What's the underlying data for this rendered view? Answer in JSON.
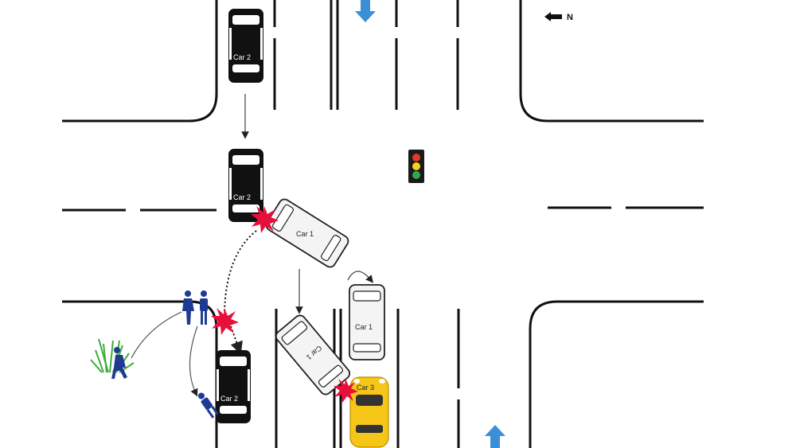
{
  "compass": {
    "arrow_icon": "arrow-left-icon",
    "label": "N"
  },
  "vehicles": {
    "car2_top_label": "Car 2",
    "car2_mid_label": "Car 2",
    "car1_mid_label": "Car 1",
    "car1_bottom_label": "Car 1",
    "car1_rotated_label": "Car 1",
    "car2_bottom_label": "Car 2",
    "car3_label": "Car 3"
  },
  "colors": {
    "road_line": "#111111",
    "car_dark": "#111111",
    "car_light": "#f4f4f4",
    "car3_yellow": "#f5c518",
    "impact": "#e8103a",
    "direction_arrow": "#3b8fd9",
    "pedestrian": "#1f3a93",
    "bush": "#3cae3c",
    "signal_red": "#e23b2b",
    "signal_yellow": "#f2d21b",
    "signal_green": "#2fa84f"
  }
}
